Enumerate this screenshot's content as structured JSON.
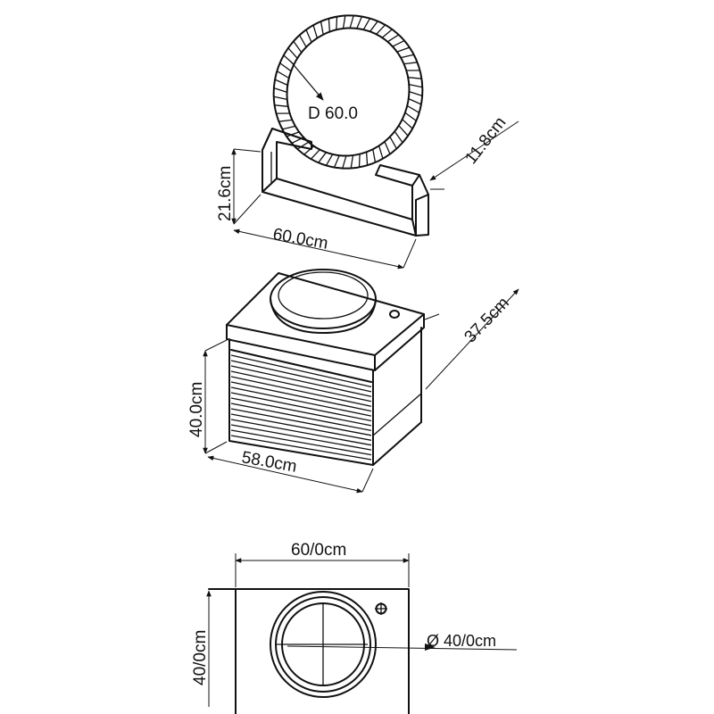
{
  "mirror": {
    "diameter_label": "D 60.0"
  },
  "shelf": {
    "width_label": "60.0cm",
    "height_label": "21.6cm",
    "depth_label": "11.8cm"
  },
  "vanity": {
    "height_label": "40.0cm",
    "width_label": "58.0cm",
    "depth_label": "37.5cm"
  },
  "top_view": {
    "width_label": "60/0cm",
    "depth_label": "40/0cm",
    "basin_diameter_label": "Ø 40/0cm"
  }
}
